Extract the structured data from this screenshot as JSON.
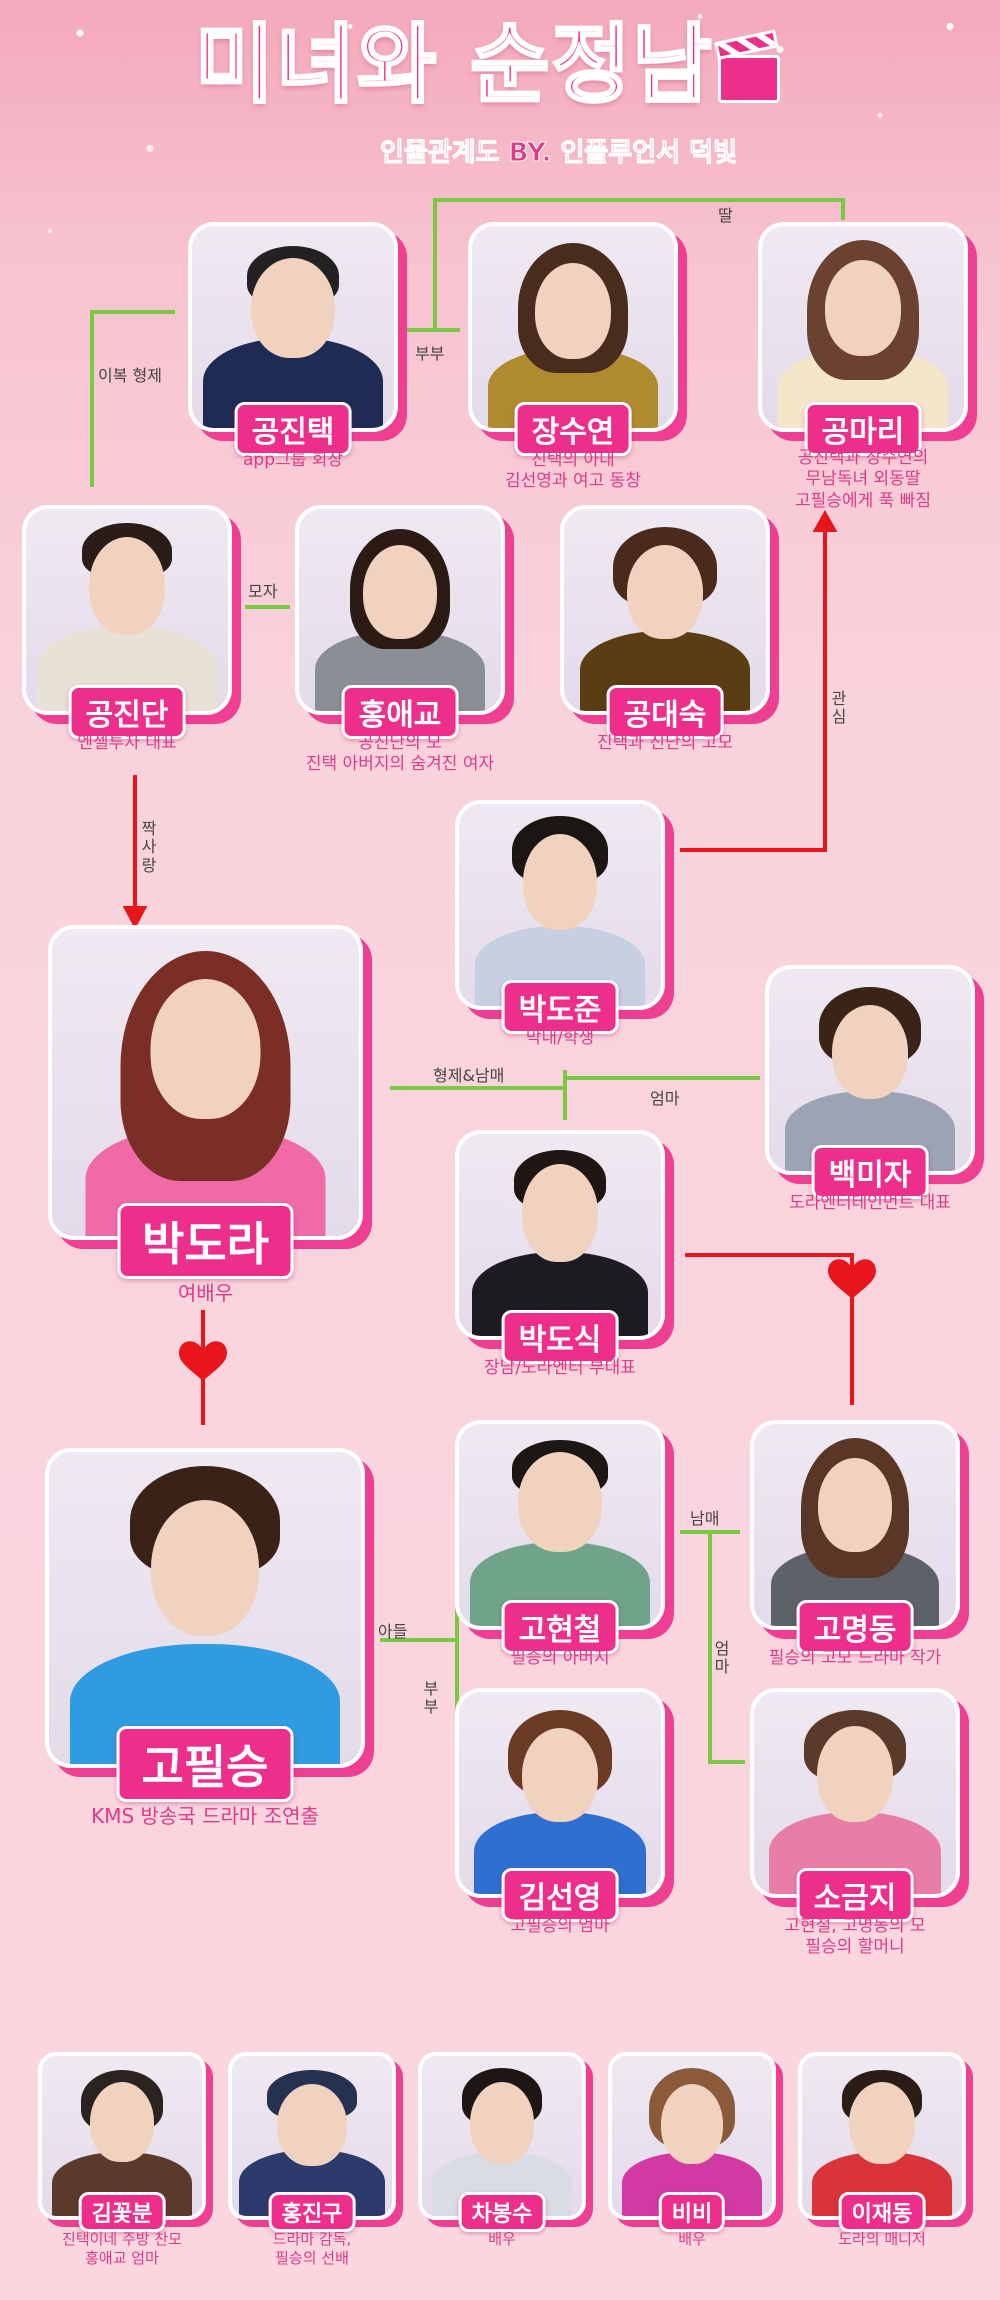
{
  "header": {
    "title": "미녀와 순정남",
    "subtitle": "인물관계도 BY. 인플루언서 덕빛"
  },
  "colors": {
    "accent": "#ee2e8b",
    "line_green": "#7ac943",
    "line_red": "#e8161c"
  },
  "characters": {
    "gongjintaek": {
      "name": "공진택",
      "desc": [
        "app그룹 회장"
      ]
    },
    "jangsuyeon": {
      "name": "장수연",
      "desc": [
        "진택의 아내",
        "김선영과 여고 동창"
      ]
    },
    "gongmari": {
      "name": "공마리",
      "desc": [
        "공진택과 장수연의",
        "무남독녀 외동딸",
        "고필승에게 푹 빠짐"
      ]
    },
    "gongjindan": {
      "name": "공진단",
      "desc": [
        "엔젤투자 대표"
      ]
    },
    "hongaegyo": {
      "name": "홍애교",
      "desc": [
        "공진단의 모",
        "진택 아버지의 숨겨진 여자"
      ]
    },
    "gongdaesuk": {
      "name": "공대숙",
      "desc": [
        "진택과 진단의 고모"
      ]
    },
    "parkdojun": {
      "name": "박도준",
      "desc": [
        "막내/학생"
      ]
    },
    "parkdora": {
      "name": "박도라",
      "desc": [
        "여배우"
      ]
    },
    "baekmija": {
      "name": "백미자",
      "desc": [
        "도라엔터테인먼트 대표"
      ]
    },
    "parkdosik": {
      "name": "박도식",
      "desc": [
        "장남/도라엔터 부대표"
      ]
    },
    "gopilseung": {
      "name": "고필승",
      "desc": [
        "KMS 방송국 드라마 조연출"
      ]
    },
    "gohyeoncheol": {
      "name": "고현철",
      "desc": [
        "필승의 아버지"
      ]
    },
    "gomyeongdong": {
      "name": "고명동",
      "desc": [
        "필승의 고모 드라마 작가"
      ]
    },
    "kimseonyeong": {
      "name": "김선영",
      "desc": [
        "고필승의 엄마"
      ]
    },
    "sogeumji": {
      "name": "소금지",
      "desc": [
        "고현철, 고명동의 모",
        "필승의 할머니"
      ]
    }
  },
  "minor": [
    {
      "name": "김꽃분",
      "desc": [
        "진택이네 주방 찬모",
        "홍애교 엄마"
      ]
    },
    {
      "name": "홍진구",
      "desc": [
        "드라마 감독,",
        "필승의 선배"
      ]
    },
    {
      "name": "차봉수",
      "desc": [
        "배우"
      ]
    },
    {
      "name": "비비",
      "desc": [
        "배우"
      ]
    },
    {
      "name": "이재동",
      "desc": [
        "도라의 매니저"
      ]
    }
  ],
  "relations": {
    "half_brothers": "이복 형제",
    "spouse": "부부",
    "daughter": "딸",
    "mother_son": "모자",
    "interest": "관심",
    "crush": "짝사랑",
    "siblings": "형제&남매",
    "mom": "엄마",
    "son": "아들",
    "spouse2": "부부",
    "brother_sister": "남매",
    "mom2": "엄마"
  }
}
